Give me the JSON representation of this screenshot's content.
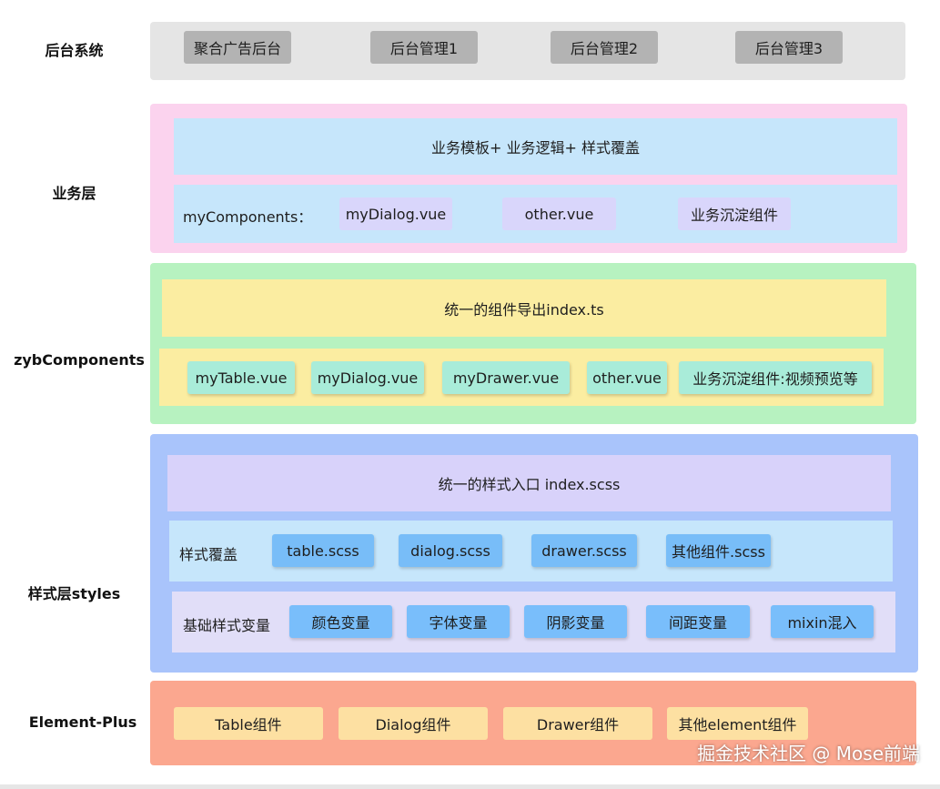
{
  "rows": {
    "admin": {
      "label": "后台系统",
      "items": [
        "聚合广告后台",
        "后台管理1",
        "后台管理2",
        "后台管理3"
      ]
    },
    "business": {
      "label": "业务层",
      "top_band": "业务模板+ 业务逻辑+ 样式覆盖",
      "components_label": "myComponents：",
      "items": [
        "myDialog.vue",
        "other.vue",
        "业务沉淀组件"
      ]
    },
    "zyb": {
      "label": "zybComponents",
      "top_band": "统一的组件导出index.ts",
      "items": [
        "myTable.vue",
        "myDialog.vue",
        "myDrawer.vue",
        "other.vue",
        "业务沉淀组件:视频预览等"
      ]
    },
    "styles": {
      "label": "样式层styles",
      "top_band": "统一的样式入口 index.scss",
      "override_label": "样式覆盖",
      "override_items": [
        "table.scss",
        "dialog.scss",
        "drawer.scss",
        "其他组件.scss"
      ],
      "base_label": "基础样式变量",
      "base_items": [
        "颜色变量",
        "字体变量",
        "阴影变量",
        "间距变量",
        "mixin混入"
      ]
    },
    "element": {
      "label": "Element-Plus",
      "items": [
        "Table组件",
        "Dialog组件",
        "Drawer组件",
        "其他element组件"
      ]
    }
  },
  "credit": "掘金技术社区 @ Mose前端",
  "colors": {
    "admin_bg": "#e5e5e5",
    "admin_chip": "#b3b3b3",
    "business_bg": "#fbd3ee",
    "business_band": "#c6e6fb",
    "business_chip": "#d9d6fb",
    "zyb_bg": "#b7f2c0",
    "zyb_band": "#fbeda1",
    "zyb_chip": "#a9ecd9",
    "styles_bg": "#a9c4fb",
    "styles_top": "#d8d2fa",
    "styles_override_bg": "#c6e6fb",
    "styles_override_chip": "#78bdf8",
    "styles_base_bg": "#e1def8",
    "styles_base_chip": "#79befb",
    "element_bg": "#fba78f",
    "element_chip": "#fde0a2"
  }
}
